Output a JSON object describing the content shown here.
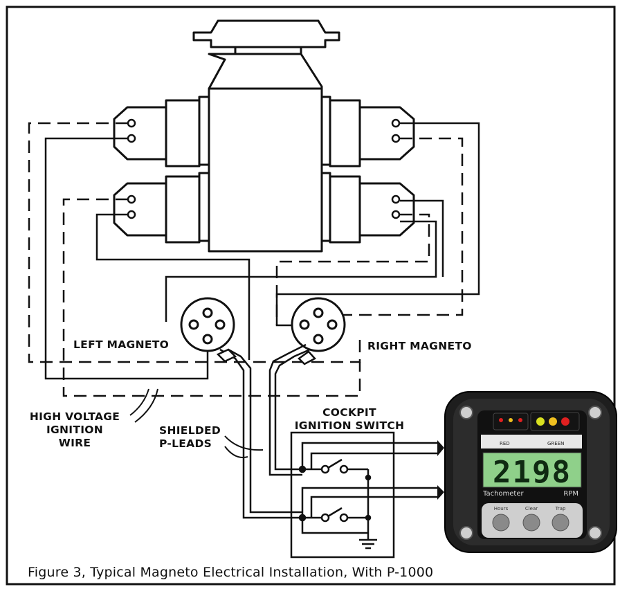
{
  "labels": {
    "left_magneto": "LEFT MAGNETO",
    "right_magneto": "RIGHT MAGNETO",
    "hv_wire": [
      "HIGH VOLTAGE",
      "IGNITION",
      "WIRE"
    ],
    "p_leads": [
      "SHIELDED",
      "P-LEADS"
    ],
    "cockpit_switch": [
      "COCKPIT",
      "IGNITION SWITCH"
    ]
  },
  "caption": "Figure 3, Typical Magneto Electrical Installation, With P-1000",
  "tachometer": {
    "display_value": "2198",
    "brand_label": "Tachometer",
    "unit_label": "RPM",
    "band_labels": [
      "RED",
      "GREEN"
    ],
    "buttons": [
      "Hours",
      "Clear",
      "Trap"
    ]
  },
  "colors": {
    "line": "#111111",
    "lcd_background": "#8fd08a",
    "bezel": "#1e1e1e",
    "led_red": "#e02020",
    "led_yellow": "#f0c020"
  }
}
